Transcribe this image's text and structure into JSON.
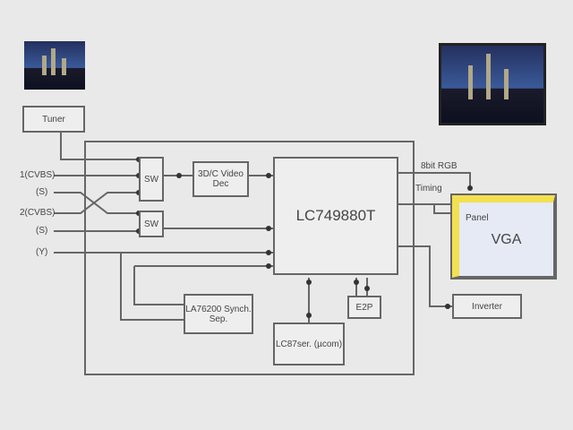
{
  "blocks": {
    "tuner": "Tuner",
    "sw1": "SW",
    "sw2": "SW",
    "video_dec": "3D/C Video Dec",
    "main_chip": "LC749880T",
    "sync_sep": "LA76200 Synch. Sep.",
    "mcu": "LC87ser. (µcom)",
    "eeprom": "E2P",
    "inverter": "Inverter",
    "panel": "Panel",
    "vga": "VGA"
  },
  "inputs": [
    "1(CVBS)",
    "(S)",
    "2(CVBS)",
    "(S)",
    "(Y)"
  ],
  "signals": {
    "rgb": "8bit RGB",
    "timing": "Timing"
  }
}
